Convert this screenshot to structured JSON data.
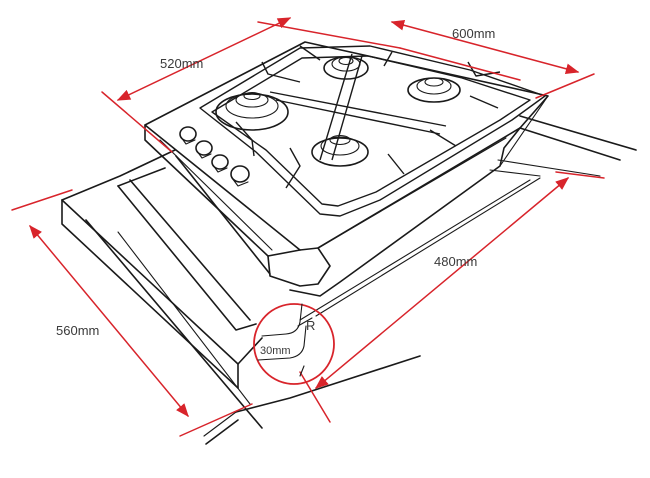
{
  "dimensions": {
    "hob_width": "600mm",
    "hob_depth": "520mm",
    "cutout_width": "560mm",
    "cutout_depth": "480mm",
    "corner_distance": "30mm",
    "corner_radius": "R"
  },
  "colors": {
    "dimension_line": "#d8242b",
    "outline": "#1a1a1a"
  }
}
